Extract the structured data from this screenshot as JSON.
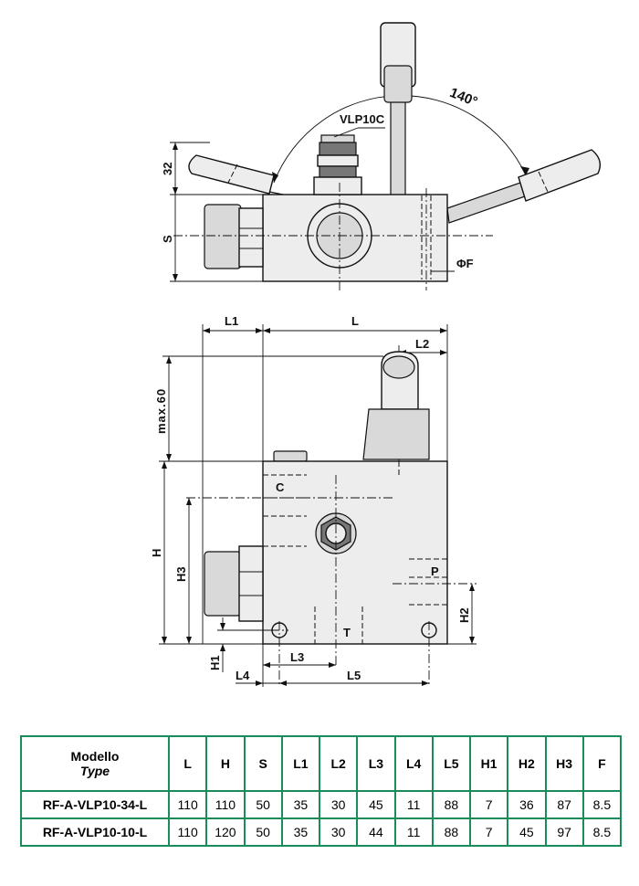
{
  "drawing": {
    "top_view": {
      "angle_label": "140°",
      "valve_label": "VLP10C",
      "dim_32": "32",
      "dim_S": "S",
      "dim_F": "ΦF"
    },
    "front_view": {
      "dim_L1": "L1",
      "dim_L": "L",
      "dim_L2": "L2",
      "dim_max60": "max.60",
      "dim_H": "H",
      "dim_H3": "H3",
      "dim_H2": "H2",
      "dim_H1": "H1",
      "dim_L3": "L3",
      "dim_L4": "L4",
      "dim_L5": "L5",
      "port_C": "C",
      "port_P": "P",
      "port_T": "T"
    }
  },
  "table": {
    "header_line1": "Modello",
    "header_line2": "Type",
    "columns": [
      "L",
      "H",
      "S",
      "L1",
      "L2",
      "L3",
      "L4",
      "L5",
      "H1",
      "H2",
      "H3",
      "F"
    ],
    "rows": [
      {
        "model": "RF-A-VLP10-34-L",
        "values": [
          "110",
          "110",
          "50",
          "35",
          "30",
          "45",
          "11",
          "88",
          "7",
          "36",
          "87",
          "8.5"
        ]
      },
      {
        "model": "RF-A-VLP10-10-L",
        "values": [
          "110",
          "120",
          "50",
          "35",
          "30",
          "44",
          "11",
          "88",
          "7",
          "45",
          "97",
          "8.5"
        ]
      }
    ]
  },
  "colors": {
    "table_border": "#1a8c5a"
  }
}
